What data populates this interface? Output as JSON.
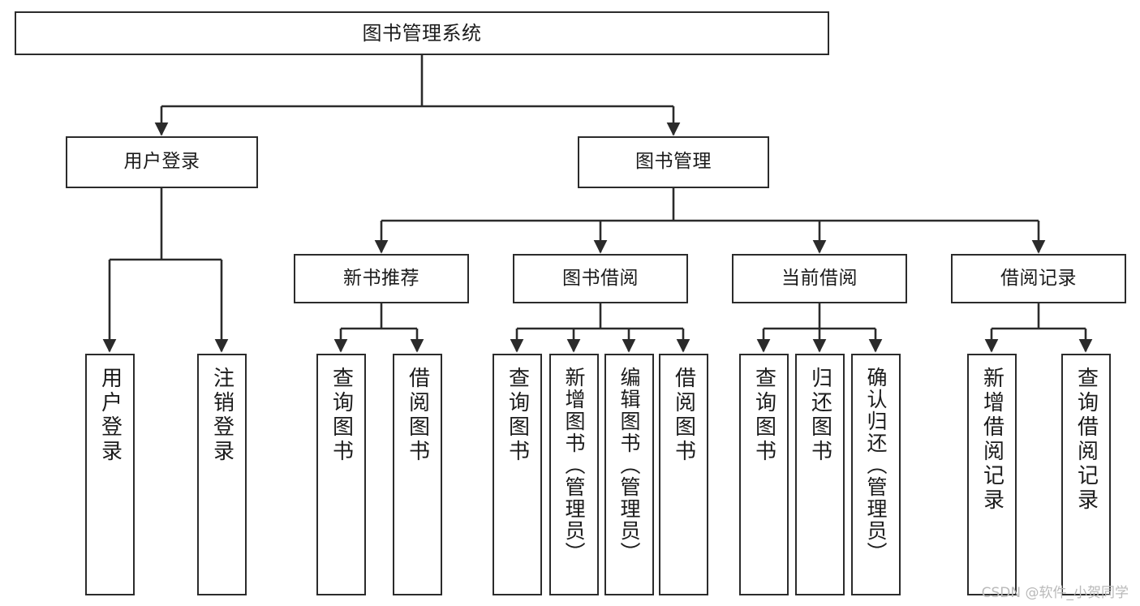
{
  "diagram": {
    "title": "图书管理系统",
    "type": "tree-hierarchy-chart",
    "colors": {
      "node_border": "#2b2b2b",
      "node_fill": "#ffffff",
      "edge": "#2b2b2b",
      "background": "#ffffff",
      "watermark": "#b9b9b9"
    },
    "root": {
      "label": "图书管理系统"
    },
    "level1": [
      {
        "label": "用户登录"
      },
      {
        "label": "图书管理"
      }
    ],
    "level2": [
      {
        "label": "新书推荐"
      },
      {
        "label": "图书借阅"
      },
      {
        "label": "当前借阅"
      },
      {
        "label": "借阅记录"
      }
    ],
    "leaves": {
      "user_login": [
        {
          "label": "用户登录"
        },
        {
          "label": "注销登录"
        }
      ],
      "new_book_recommend": [
        {
          "label": "查询图书"
        },
        {
          "label": "借阅图书"
        }
      ],
      "book_borrow": [
        {
          "label": "查询图书"
        },
        {
          "label": "新增图书（管理员）"
        },
        {
          "label": "编辑图书（管理员）"
        },
        {
          "label": "借阅图书"
        }
      ],
      "current_borrow": [
        {
          "label": "查询图书"
        },
        {
          "label": "归还图书"
        },
        {
          "label": "确认归还（管理员）"
        }
      ],
      "borrow_record": [
        {
          "label": "新增借阅记录"
        },
        {
          "label": "查询借阅记录"
        }
      ]
    }
  },
  "watermark": {
    "text": "CSDN @软件_小贺同学"
  }
}
